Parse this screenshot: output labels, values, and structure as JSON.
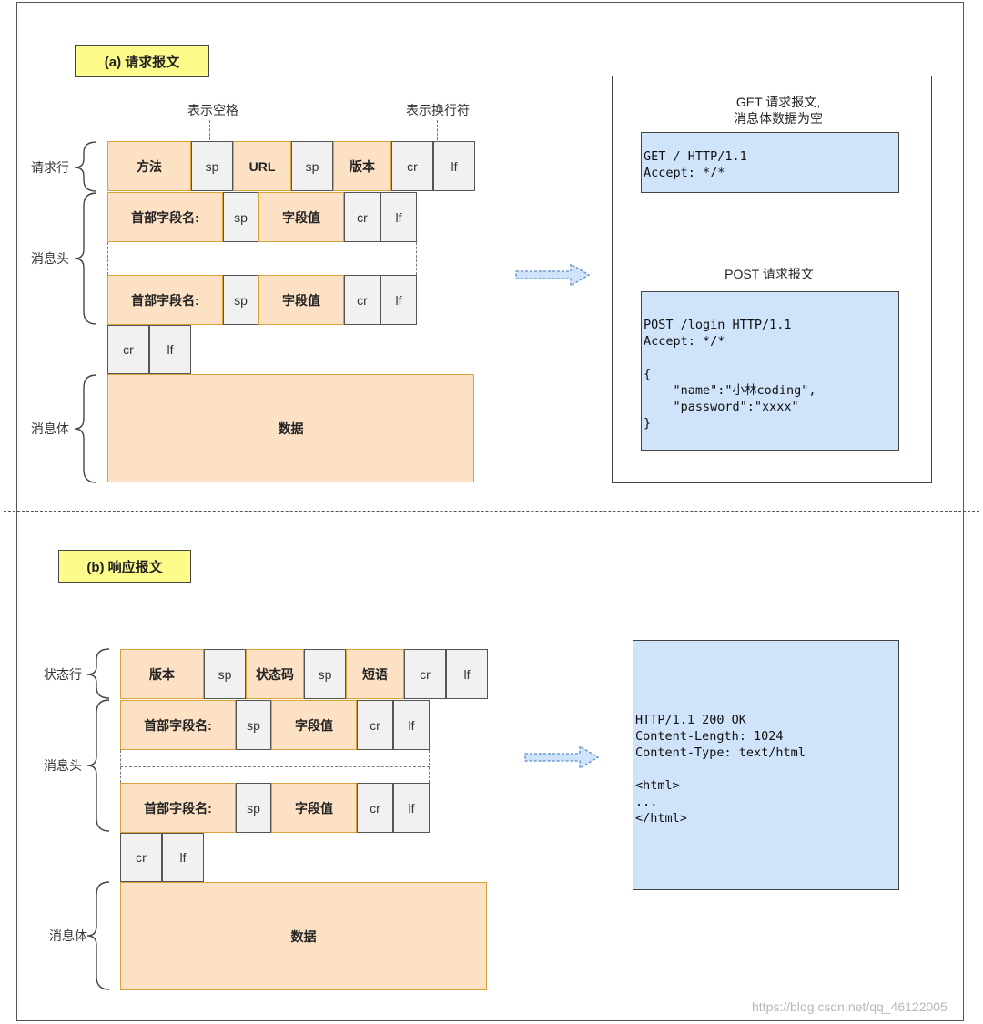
{
  "request": {
    "title": "(a) 请求报文",
    "note_space": "表示空格",
    "note_newline": "表示换行符",
    "label_request_line": "请求行",
    "label_headers": "消息头",
    "label_body": "消息体",
    "request_line": [
      "方法",
      "sp",
      "URL",
      "sp",
      "版本",
      "cr",
      "lf"
    ],
    "header_row": [
      "首部字段名:",
      "sp",
      "字段值",
      "cr",
      "lf"
    ],
    "end_row": [
      "cr",
      "lf"
    ],
    "body": "数据",
    "get_caption_1": "GET 请求报文,",
    "get_caption_2": "消息体数据为空",
    "get_code": "GET / HTTP/1.1\nAccept: */*",
    "post_caption": "POST 请求报文",
    "post_code": "POST /login HTTP/1.1\nAccept: */*\n\n{\n    \"name\":\"小林coding\",\n    \"password\":\"xxxx\"\n}"
  },
  "response": {
    "title": "(b) 响应报文",
    "label_status_line": "状态行",
    "label_headers": "消息头",
    "label_body": "消息体",
    "status_line": [
      "版本",
      "sp",
      "状态码",
      "sp",
      "短语",
      "cr",
      "lf"
    ],
    "header_row": [
      "首部字段名:",
      "sp",
      "字段值",
      "cr",
      "lf"
    ],
    "end_row": [
      "cr",
      "lf"
    ],
    "body": "数据",
    "code": "HTTP/1.1 200 OK\nContent-Length: 1024\nContent-Type: text/html\n\n<html>\n...\n</html>"
  },
  "watermark": "https://blog.csdn.net/qq_46122005",
  "colors": {
    "orange_fill": "#fde1c5",
    "gray_fill": "#f1f1f1",
    "blue_fill": "#cfe3fb",
    "yellow_fill": "#fdfb8a"
  }
}
